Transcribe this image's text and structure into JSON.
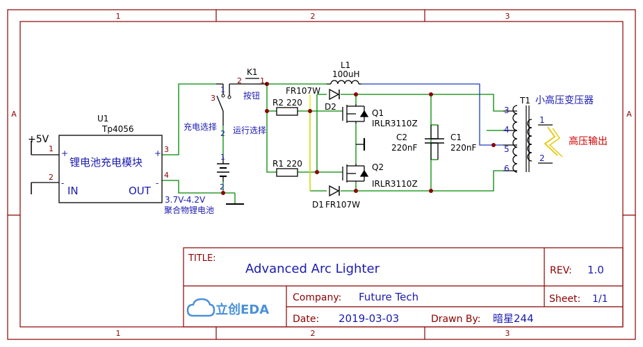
{
  "frame": {
    "columns": [
      "1",
      "2",
      "3"
    ],
    "rows": [
      "A"
    ]
  },
  "components": {
    "u1": {
      "ref": "U1",
      "value": "Tp4056",
      "label": "锂电池充电模块",
      "in_label": "IN",
      "out_label": "OUT",
      "pin1": "1",
      "pin2": "2",
      "pin3": "3",
      "pin4": "4",
      "plus": "+",
      "minus": "-"
    },
    "power": {
      "label": "+5V",
      "pin1": "1",
      "pin2": "2"
    },
    "k1": {
      "ref": "K1",
      "label": "按钮",
      "pin1": "1",
      "pin2": "2"
    },
    "sw": {
      "label_charge": "充电选择",
      "label_run": "运行选择",
      "pin1": "1",
      "pin2": "2",
      "pin3": "3"
    },
    "battery": {
      "label": "3.7V-4.2V",
      "sublabel": "聚合物锂电池",
      "pin1": "1",
      "pin2": "2"
    },
    "l1": {
      "ref": "L1",
      "value": "100uH"
    },
    "r2": {
      "ref": "R2",
      "value": "220"
    },
    "r1": {
      "ref": "R1",
      "value": "220"
    },
    "d2": {
      "ref": "D2",
      "value": "FR107W"
    },
    "d1": {
      "ref": "D1",
      "value": "FR107W"
    },
    "q1": {
      "ref": "Q1",
      "value": "IRLR3110Z"
    },
    "q2": {
      "ref": "Q2",
      "value": "IRLR3110Z"
    },
    "c2": {
      "ref": "C2",
      "value": "220nF"
    },
    "c1": {
      "ref": "C1",
      "value": "220nF"
    },
    "t1": {
      "ref": "T1",
      "label": "小高压变压器",
      "pins": [
        "3",
        "4",
        "5",
        "6"
      ],
      "sec_pins": [
        "1",
        "2"
      ]
    },
    "output": {
      "label": "高压输出"
    }
  },
  "title_block": {
    "title_label": "TITLE:",
    "title": "Advanced Arc Lighter",
    "rev_label": "REV:",
    "rev": "1.0",
    "company_label": "Company:",
    "company": "Future Tech",
    "sheet_label": "Sheet:",
    "sheet": "1/1",
    "date_label": "Date:",
    "date": "2019-03-03",
    "drawn_label": "Drawn By:",
    "drawn_by": "暗星244",
    "logo_text": "立创EDA"
  },
  "colors": {
    "frame": "#8b0000",
    "wire": "#008800",
    "wire_blue": "#1a3fbf",
    "wire_yellow": "#e6e600",
    "pin_text": "#8b0000",
    "ref_text": "#000000",
    "label_text": "#1a1ab0",
    "output_text": "#cc0000",
    "zigzag": "#e6c800"
  }
}
